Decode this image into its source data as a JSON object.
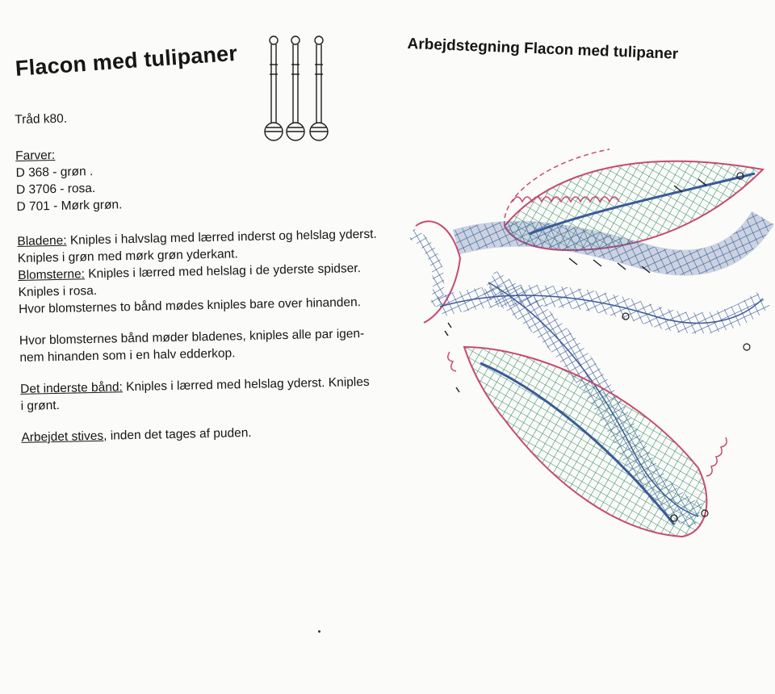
{
  "title": "Flacon med tulipaner",
  "thread": "Tråd k80.",
  "colors": {
    "label": "Farver:",
    "items": [
      "D 368 - grøn .",
      "D 3706 - rosa.",
      "D 701 - Mørk grøn."
    ]
  },
  "leaves": {
    "label": "Bladene:",
    "text": " Kniples i halvslag med lærred inderst og helslag yderst.",
    "text2": "Kniples i grøn med mørk grøn yderkant."
  },
  "flowers": {
    "label": "Blomsterne:",
    "text": " Kniples i lærred med helslag i de yderste spidser.",
    "text2": "Kniples i rosa.",
    "text3": "Hvor blomsternes to bånd mødes kniples bare over hinanden."
  },
  "meeting": {
    "line1": "Hvor blomsternes bånd møder bladenes, kniples alle par igen-",
    "line2": "nem hinanden som i en halv edderkop."
  },
  "inner_band": {
    "label": "Det inderste bånd:",
    "text": " Kniples i lærred med helslag yderst.  Kniples",
    "text2": "i grønt."
  },
  "finish": {
    "label": "Arbejdet stives",
    "text": ", inden det tages af puden."
  },
  "diagram_title": "Arbejdstegning Flacon med tulipaner",
  "palette": {
    "blue": "#3a5a9a",
    "green": "#2f8a64",
    "pink": "#c74a72",
    "dark": "#1c1c1c"
  },
  "icons": [
    "bobbin-icon",
    "bobbin-icon",
    "bobbin-icon"
  ]
}
